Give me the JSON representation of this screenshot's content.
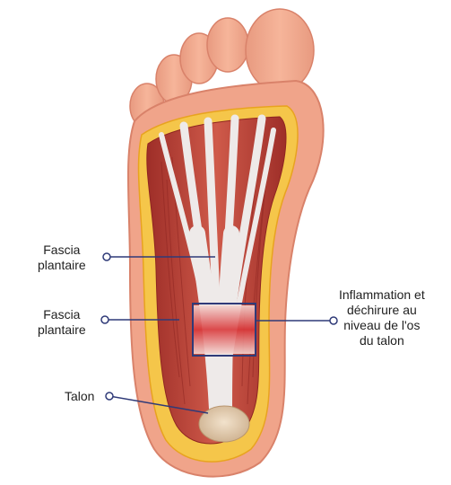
{
  "labels": {
    "fascia_upper": "Fascia\nplantaire",
    "fascia_lower": "Fascia\nplantaire",
    "inflammation": "Inflammation et\ndéchirure au\nniveau de l'os\ndu talon",
    "talon": "Talon"
  },
  "colors": {
    "skin": "#f2a98c",
    "skin_dark": "#d9826a",
    "fat": "#f5c64a",
    "fat_edge": "#e8a31f",
    "muscle": "#c8463a",
    "muscle_dark": "#8e2521",
    "tendon": "#ece8e8",
    "bone": "#e6cdb0",
    "highlight_box": "#2f3a78",
    "leader": "#2f3a78"
  }
}
